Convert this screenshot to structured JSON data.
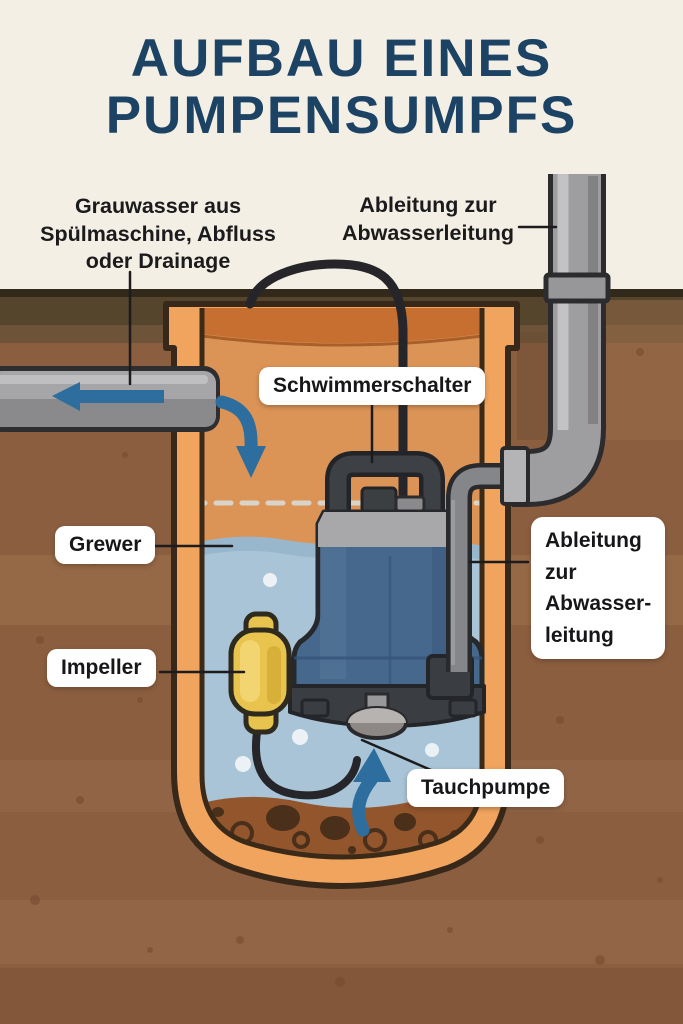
{
  "title": "AUFBAU EINES\nPUMPENSUMPFS",
  "annotations": {
    "grauwasser": "Grauwasser aus\nSpülmaschine, Abfluss\noder Drainage",
    "ableitung_top": "Ableitung zur\nAbwasserleitung",
    "schwimmerschalter": "Schwimmerschalter",
    "grewer": "Grewer",
    "impeller": "Impeller",
    "ableitung_right": "Ableitung\nzur\nAbwasser-\nleitung",
    "tauchpumpe": "Tauchpumpe"
  },
  "colors": {
    "background_cream": "#f4efe4",
    "title_navy": "#1c4264",
    "soil_brown": "#8b5e40",
    "soil_dark_band": "#55452c",
    "container_orange": "#f0a45e",
    "container_interior": "#dc9356",
    "container_rim_dark": "#c66f31",
    "water_blue": "#a8c4d6",
    "pump_blue": "#46688c",
    "pump_gray": "#a8a8aa",
    "pump_dark": "#3a3d41",
    "float_yellow": "#e8c44e",
    "pipe_gray": "#9e9ea0",
    "arrow_blue": "#2d6e9e",
    "sediment_brown": "#93552c",
    "label_bg": "#ffffff",
    "label_text": "#17171a"
  }
}
